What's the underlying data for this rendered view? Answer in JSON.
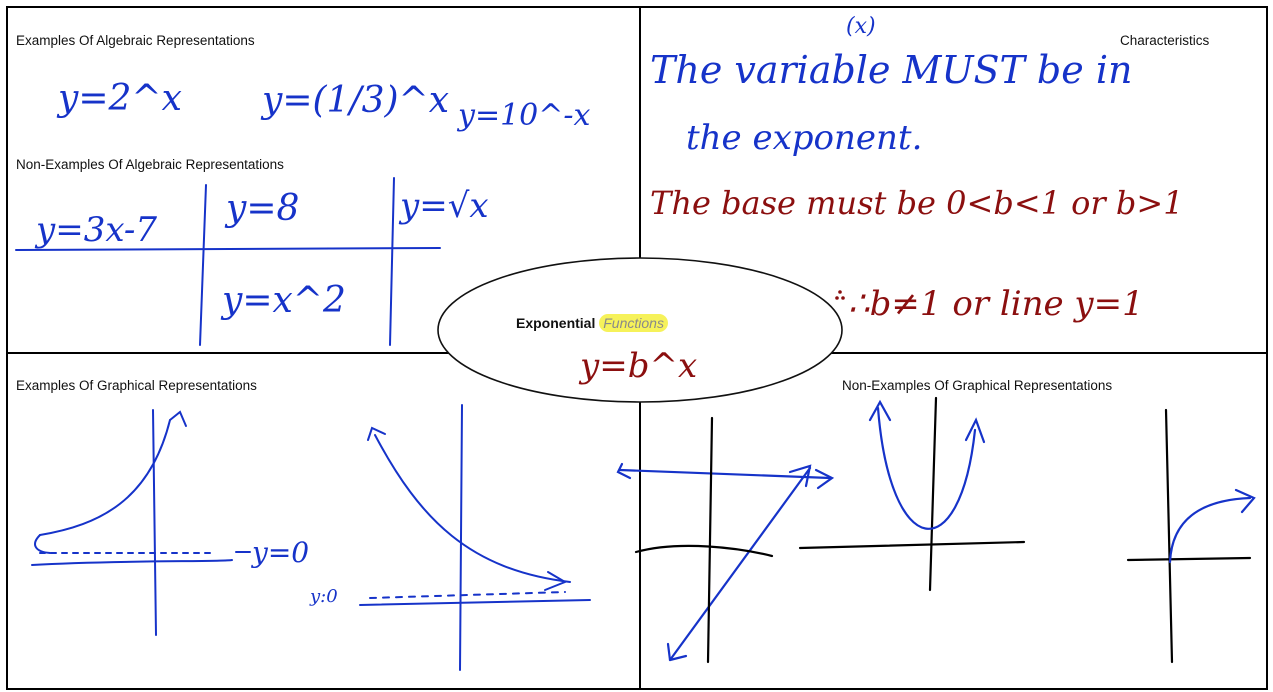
{
  "quadrants": {
    "top_left": {
      "examples_heading": "Examples Of Algebraic Representations",
      "examples": [
        "y=2^x",
        "y=(1/3)^x",
        "y=10^-x"
      ],
      "nonexamples_heading": "Non-Examples Of Algebraic Representations",
      "nonexamples": [
        "y=3x-7",
        "y=8",
        "y=√x",
        "y=x^2"
      ]
    },
    "top_right": {
      "heading": "Characteristics",
      "note_insert": "(x)",
      "note_line1": "The variable MUST be in",
      "note_line2": "the exponent.",
      "note_line3": "The base must be 0<b<1 or b>1",
      "note_line4": "∴b≠1 or line y=1"
    },
    "bottom_left": {
      "heading": "Examples Of Graphical Representations",
      "asymptote_label_right": "y=0",
      "asymptote_label_left": "y:0"
    },
    "bottom_right": {
      "heading": "Non-Examples Of Graphical Representations"
    }
  },
  "center": {
    "title_bold": "Exponential",
    "title_highlighted": "Functions",
    "formula": "y=b^x"
  },
  "colors": {
    "ink_blue": "#1633c9",
    "ink_red": "#8b0f0f",
    "highlight": "#f6f25a",
    "grid": "#000000"
  }
}
